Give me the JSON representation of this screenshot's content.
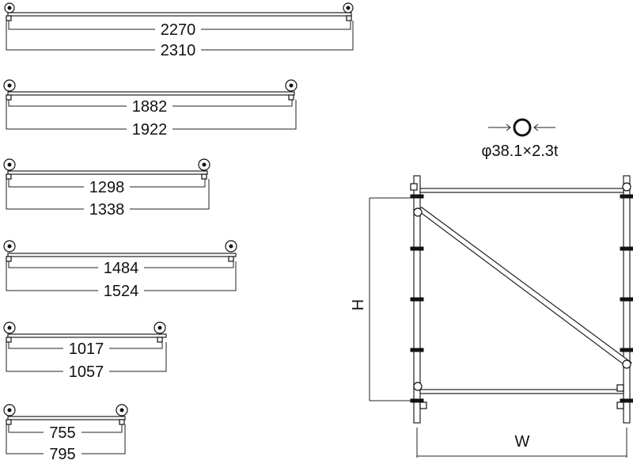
{
  "braces": [
    {
      "inner": "2270",
      "outer": "2310"
    },
    {
      "inner": "1882",
      "outer": "1922"
    },
    {
      "inner": "1298",
      "outer": "1338"
    },
    {
      "inner": "1484",
      "outer": "1524"
    },
    {
      "inner": "1017",
      "outer": "1057"
    },
    {
      "inner": "755",
      "outer": "795"
    }
  ],
  "pipe_spec": "φ38.1×2.3t",
  "frame": {
    "height_label": "H",
    "width_label": "W"
  }
}
